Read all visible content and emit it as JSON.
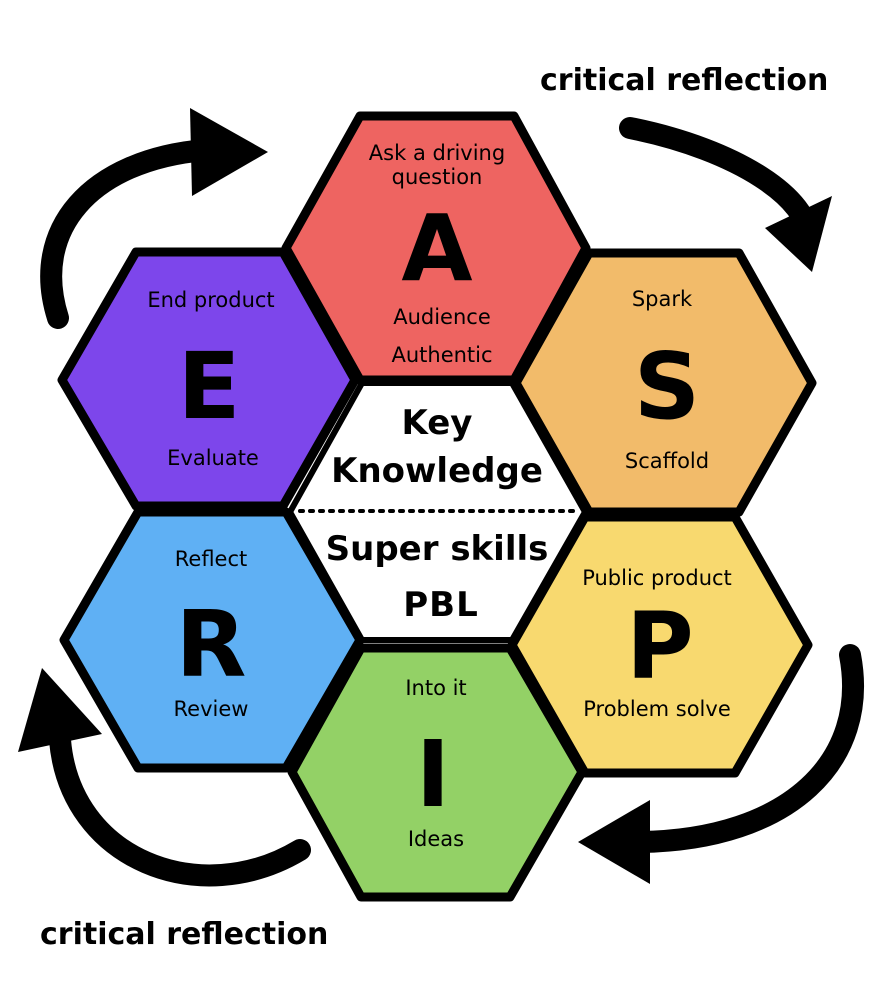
{
  "top_caption": "critical reflection",
  "bottom_caption": "critical reflection",
  "hexagons": {
    "a": {
      "letter": "A",
      "top": "Ask a driving",
      "top2": "question",
      "bottom": "Audience",
      "bottom2": "Authentic",
      "color": "#ee6461"
    },
    "s": {
      "letter": "S",
      "top": "Spark",
      "bottom": "Scaffold",
      "color": "#f2bb6a"
    },
    "p": {
      "letter": "P",
      "top": "Public product",
      "bottom": "Problem solve",
      "color": "#f8d96f"
    },
    "i": {
      "letter": "I",
      "top": "Into it",
      "bottom": "Ideas",
      "color": "#93d166"
    },
    "r": {
      "letter": "R",
      "top": "Reflect",
      "bottom": "Review",
      "color": "#5fb0f4"
    },
    "e": {
      "letter": "E",
      "top": "End product",
      "bottom": "Evaluate",
      "color": "#7d46eb"
    }
  },
  "center": {
    "line1": "Key",
    "line2": "Knowledge",
    "line3": "Super skills",
    "line4": "PBL"
  }
}
